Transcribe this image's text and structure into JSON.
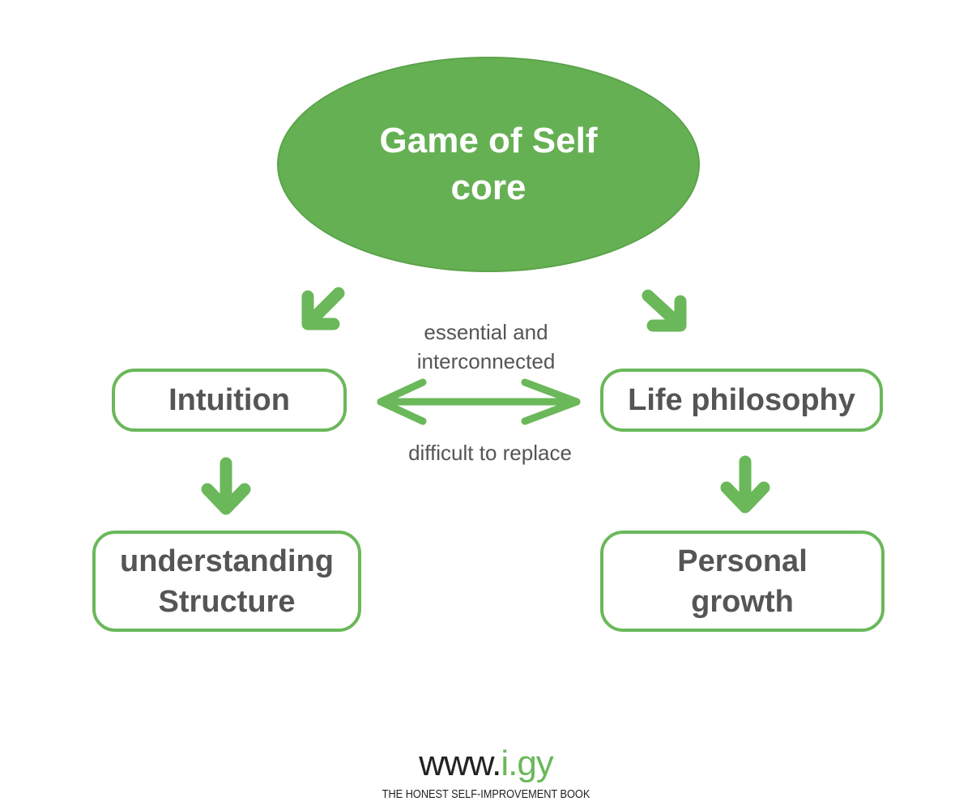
{
  "core": {
    "line1": "Game of Self",
    "line2": "core"
  },
  "nodes": {
    "intuition": "Intuition",
    "life_philosophy": "Life philosophy",
    "understanding": {
      "line1": "understanding",
      "line2": "Structure"
    },
    "personal_growth": {
      "line1": "Personal",
      "line2": "growth"
    }
  },
  "connector": {
    "top_line1": "essential and",
    "top_line2": "interconnected",
    "bottom": "difficult to replace"
  },
  "footer": {
    "brand_prefix": "www.",
    "brand_accent": "i.gy",
    "tagline": "THE HONEST SELF-IMPROVEMENT BOOK"
  },
  "colors": {
    "accent": "#66b054",
    "outline": "#6ab85a",
    "text": "#555555"
  }
}
